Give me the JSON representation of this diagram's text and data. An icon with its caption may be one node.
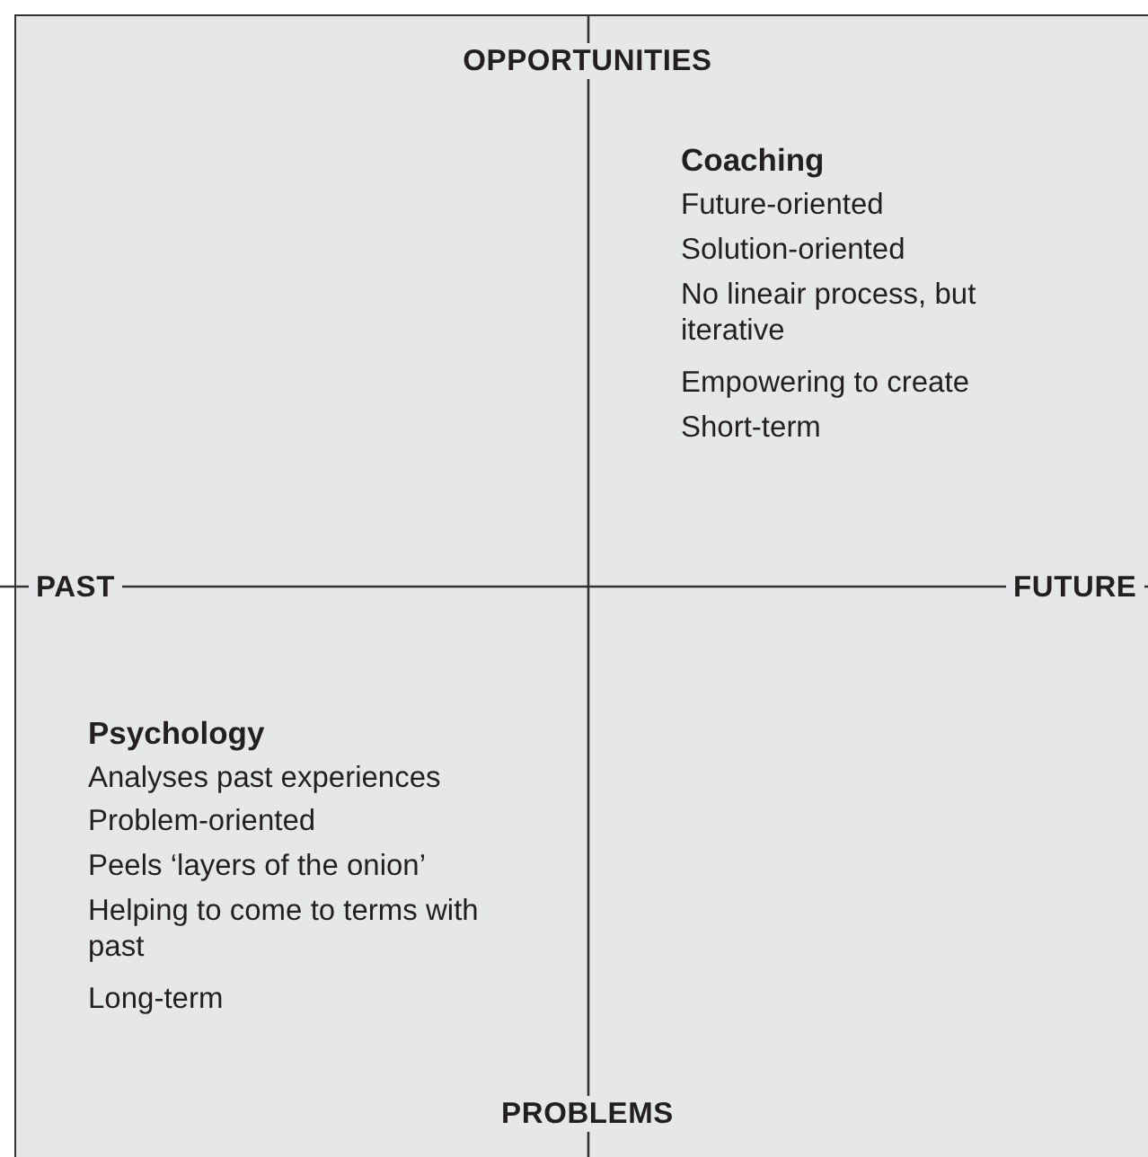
{
  "diagram": {
    "labels": [
      "OPPORTUNITIES",
      "Coaching",
      "Future-oriented",
      "Solution-oriented",
      "No lineair process, but iterative",
      "Empowering to create",
      "Short-term",
      "PAST",
      "FUTURE",
      "Psychology",
      "Analyses past experiences",
      "Problem-oriented",
      "Peels ‘layers of the onion’",
      "Helping to come to terms with past",
      "Long-term",
      "PROBLEMS"
    ]
  }
}
